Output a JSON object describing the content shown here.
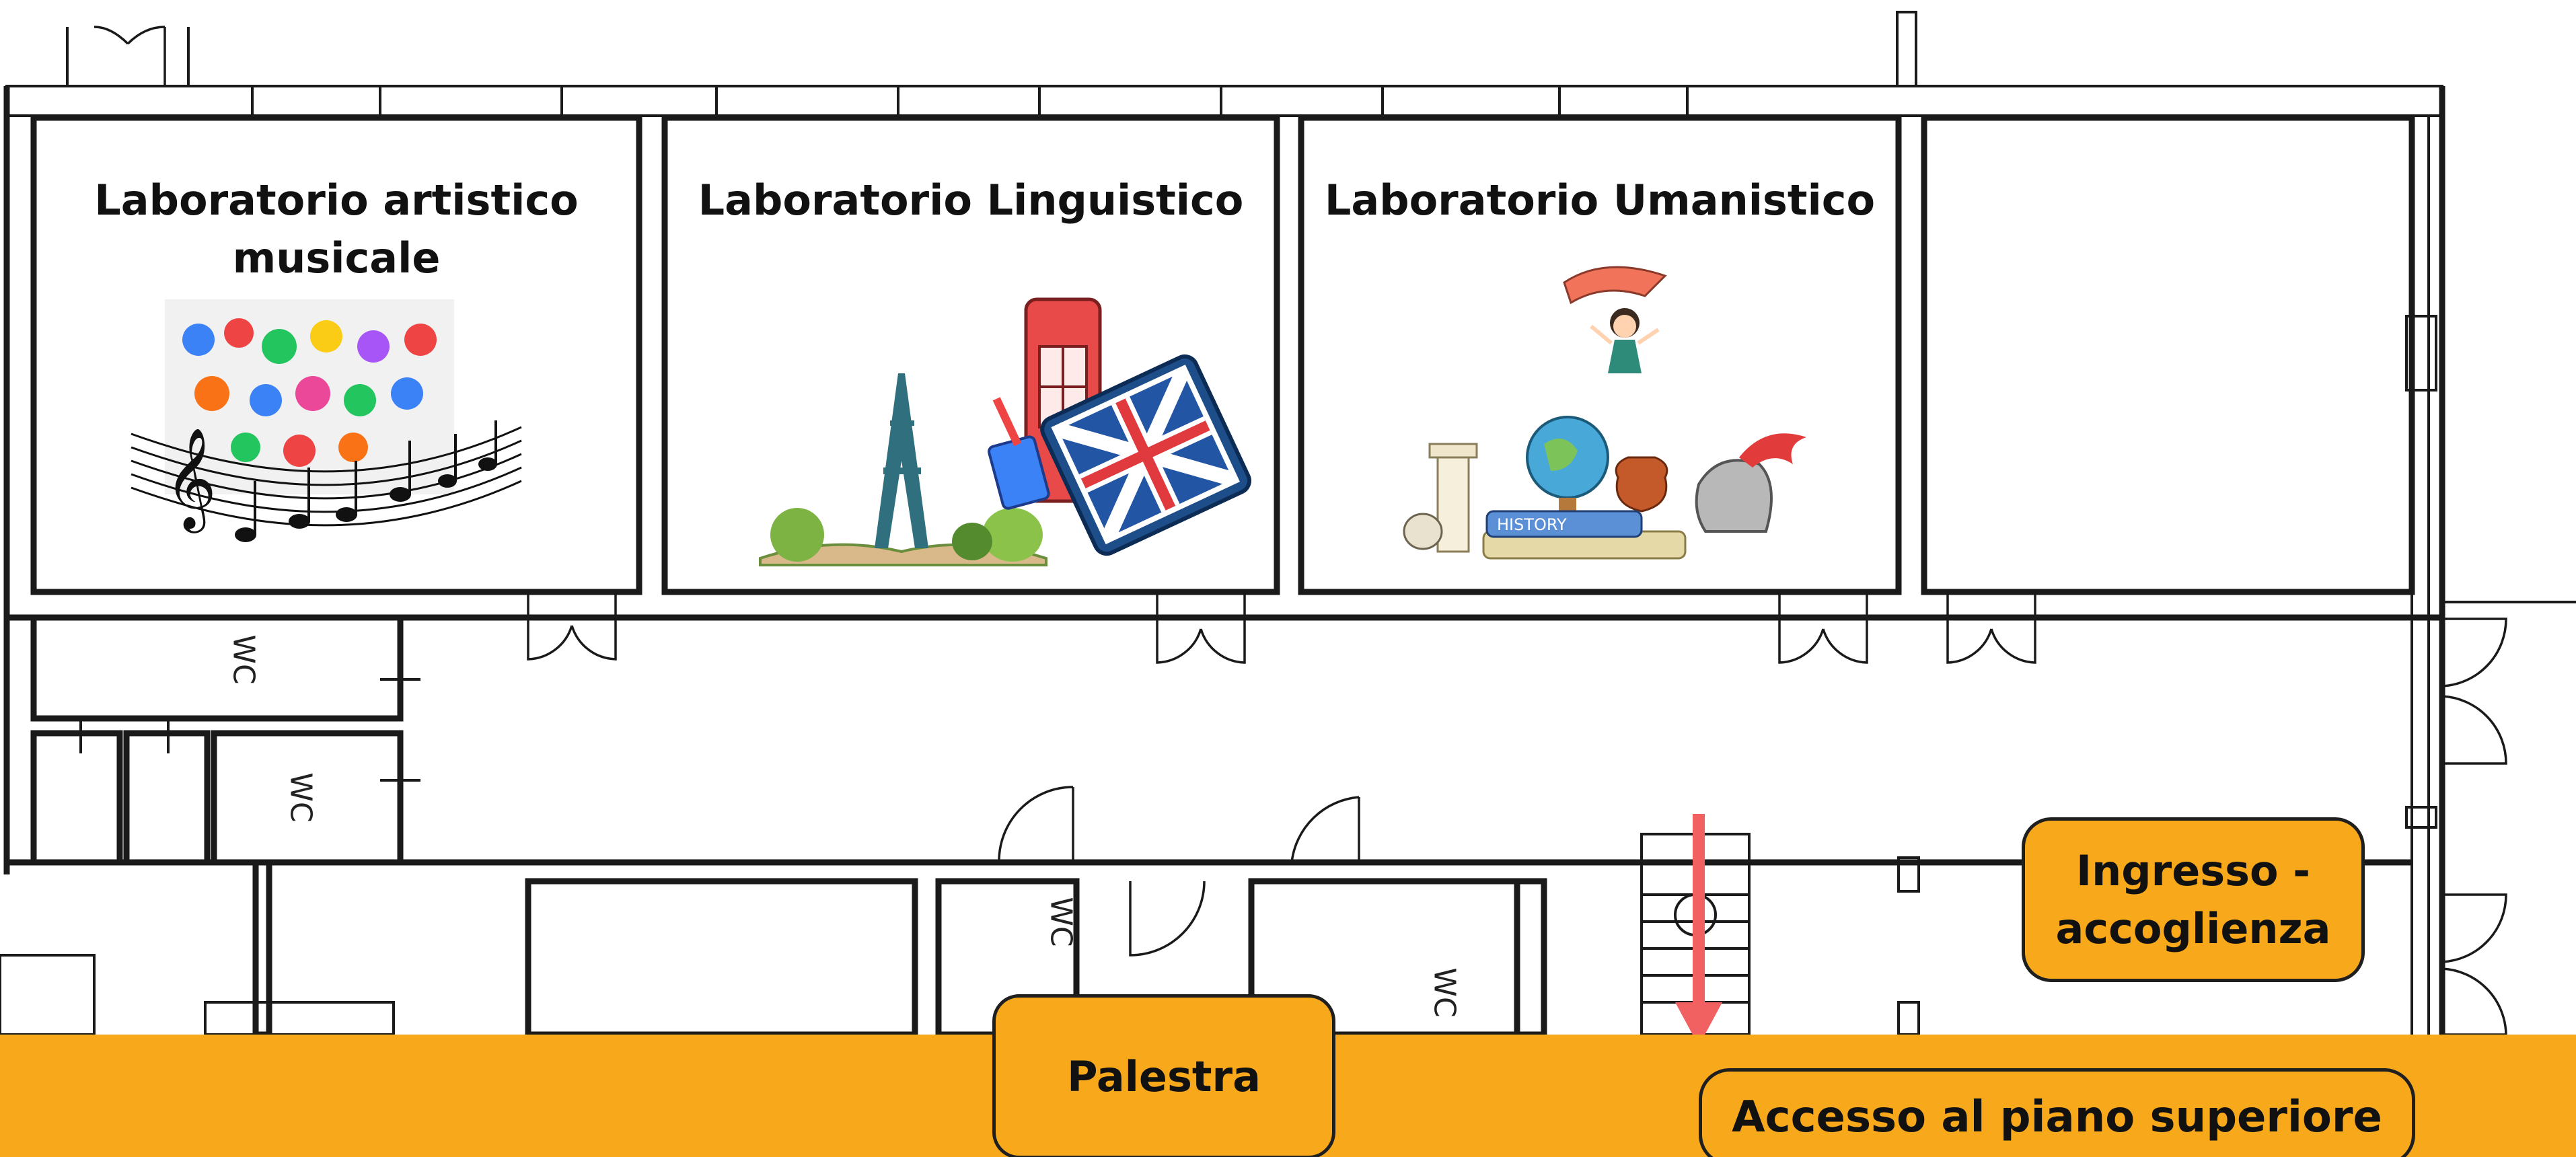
{
  "colors": {
    "bar": "#F7A81B",
    "wall": "#1a1a1a",
    "arrow": "#F26161"
  },
  "rooms": [
    {
      "title_line1": "Laboratorio artistico",
      "title_line2": "musicale",
      "illustration": "painted-hands-music-notes"
    },
    {
      "title_line1": "Laboratorio Linguistico",
      "illustration": "eiffel-tower-phone-booth-union-jack-book"
    },
    {
      "title_line1": "Laboratorio Umanistico",
      "illustration": "history-books-globe-column-helmet",
      "book_label": "HISTORY"
    }
  ],
  "wc_labels": [
    "WC",
    "WC",
    "WC",
    "WC"
  ],
  "buttons": {
    "palestra": "Palestra",
    "ingresso_line1": "Ingresso -",
    "ingresso_line2": "accoglienza",
    "accesso": "Accesso al piano superiore"
  },
  "icons": {
    "stairs_arrow": "arrow-down-icon"
  }
}
